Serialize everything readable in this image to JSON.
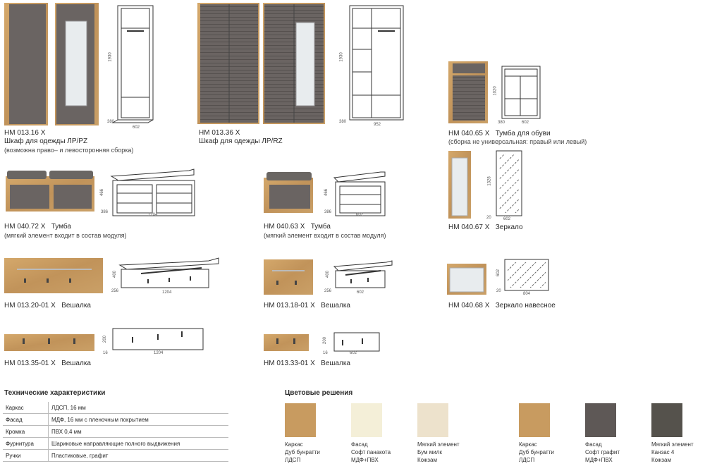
{
  "items": {
    "nm01316": {
      "code": "НМ 013.16 Х",
      "name": "Шкаф для одежды ЛР/PZ",
      "note": "(возможна право– и левосторонняя сборка)",
      "dims": [
        "1930",
        "380",
        "602"
      ]
    },
    "nm01336": {
      "code": "НМ 013.36 Х",
      "name": "Шкаф для одежды ЛР/RZ",
      "dims": [
        "1930",
        "380",
        "952"
      ]
    },
    "nm04065": {
      "code": "НМ 040.65 Х",
      "name": "Тумба для обуви",
      "note": "(сборка не универсальная: правый или левый)",
      "dims": [
        "1020",
        "380",
        "602"
      ]
    },
    "nm04072": {
      "code": "НМ 040.72 Х",
      "name": "Тумба",
      "note": "(мягкий элемент входит в состав модуля)",
      "dims": [
        "466",
        "386",
        "1204"
      ]
    },
    "nm04063": {
      "code": "НМ 040.63 Х",
      "name": "Тумба",
      "note": "(мягкий элемент входит в состав модуля)",
      "dims": [
        "466",
        "386",
        "602"
      ]
    },
    "nm04067": {
      "code": "НМ 040.67 Х",
      "name": "Зеркало",
      "dims": [
        "1328",
        "20",
        "602"
      ]
    },
    "nm01320": {
      "code": "НМ 013.20-01 Х",
      "name": "Вешалка",
      "dims": [
        "400",
        "256",
        "1204"
      ]
    },
    "nm01318": {
      "code": "НМ 013.18-01 Х",
      "name": "Вешалка",
      "dims": [
        "400",
        "256",
        "602"
      ]
    },
    "nm04068": {
      "code": "НМ 040.68 Х",
      "name": "Зеркало навесное",
      "dims": [
        "602",
        "20",
        "804"
      ]
    },
    "nm01335": {
      "code": "НМ 013.35-01 Х",
      "name": "Вешалка",
      "dims": [
        "200",
        "16",
        "1204"
      ]
    },
    "nm01333": {
      "code": "НМ 013.33-01 Х",
      "name": "Вешалка",
      "dims": [
        "200",
        "16",
        "602"
      ]
    }
  },
  "specs": {
    "title": "Технические характеристики",
    "rows": [
      {
        "k": "Каркас",
        "v": "ЛДСП, 16 мм"
      },
      {
        "k": "Фасад",
        "v": "МДФ, 16 мм с пленочным покрытием"
      },
      {
        "k": "Кромка",
        "v": "ПВХ 0,4 мм"
      },
      {
        "k": "Фурнитура",
        "v": "Шариковые направляющие полного выдвижения"
      },
      {
        "k": "Ручки",
        "v": "Пластиковые, графит"
      }
    ]
  },
  "colors": {
    "title": "Цветовые решения",
    "swatches": [
      {
        "l1": "Каркас",
        "l2": "Дуб бунратти",
        "l3": "ЛДСП",
        "color": "#c89b60"
      },
      {
        "l1": "Фасад",
        "l2": "Софт панакота",
        "l3": "МДФ+ПВХ",
        "color": "#f4efd8"
      },
      {
        "l1": "Мягкий элемент",
        "l2": "Бум милк",
        "l3": "Кожзам",
        "color": "#ede2cc"
      },
      {
        "l1": "Каркас",
        "l2": "Дуб бунратти",
        "l3": "ЛДСП",
        "color": "#c89b60"
      },
      {
        "l1": "Фасад",
        "l2": "Софт графит",
        "l3": "МДФ+ПВХ",
        "color": "#5e5856"
      },
      {
        "l1": "Мягкий элемент",
        "l2": "Канзас 4",
        "l3": "Кожзам",
        "color": "#55524c"
      }
    ]
  }
}
